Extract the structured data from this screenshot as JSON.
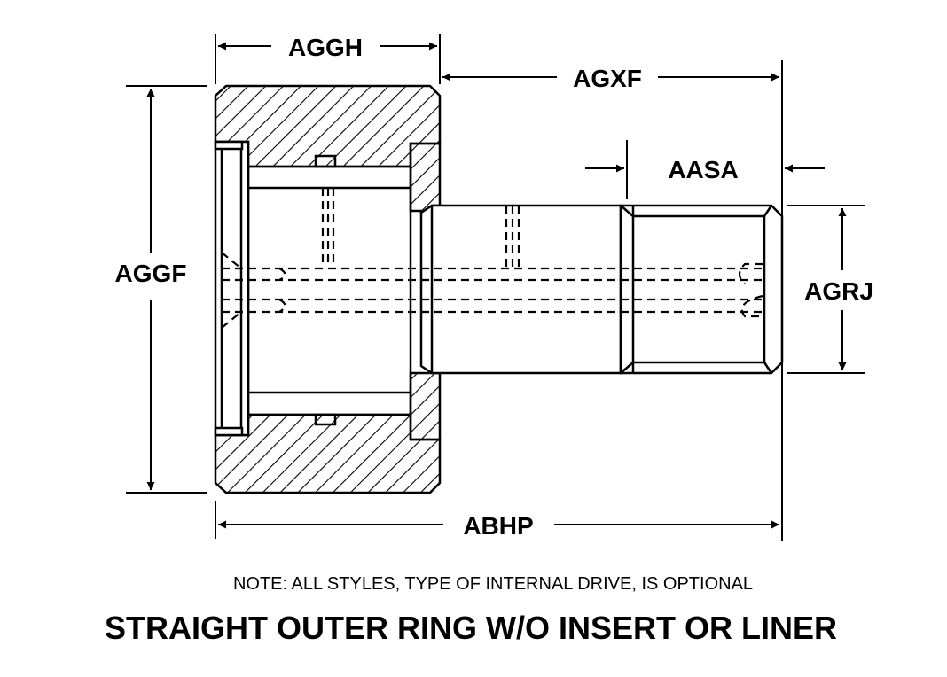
{
  "dimensions": {
    "aggh": "AGGH",
    "agxf": "AGXF",
    "aasa": "AASA",
    "aggf": "AGGF",
    "agrj": "AGRJ",
    "abhp": "ABHP"
  },
  "note": "NOTE:  ALL STYLES, TYPE OF INTERNAL DRIVE, IS OPTIONAL",
  "title": "STRAIGHT OUTER RING W/O INSERT OR LINER",
  "colors": {
    "ink": "#000000",
    "paper": "#ffffff"
  }
}
